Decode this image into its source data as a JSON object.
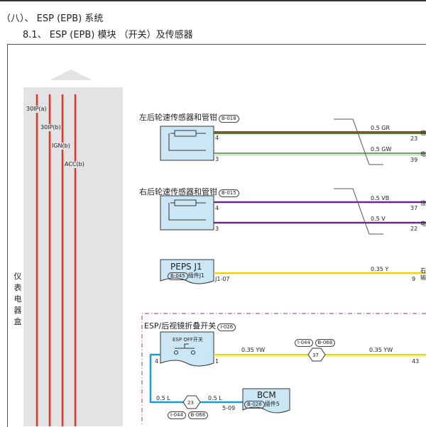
{
  "titles": {
    "section": "（八）、 ESP (EPB) 系统",
    "subsection": "8.1、 ESP (EPB) 模块 （开关）及传感器"
  },
  "panel": {
    "name_chars": [
      "仪",
      "表",
      "电",
      "器",
      "盒"
    ],
    "rails": [
      "30IP(a)",
      "30IP(b)",
      "IGN(b)",
      "ACC(b)"
    ]
  },
  "components": {
    "left_rear_sensor": {
      "title": "左后轮速传感器和管钳",
      "ref": "B-018",
      "pin_a": "4",
      "pin_b": "3"
    },
    "right_rear_sensor": {
      "title": "右后轮速传感器和管钳",
      "ref": "B-015",
      "pin_a": "4",
      "pin_b": "3"
    },
    "peps": {
      "name": "PEPS J1",
      "ref": "B-045",
      "ref_suffix": "插件J1",
      "pin": "J1-07"
    },
    "esp_switch": {
      "title": "ESP/后视镜折叠开关",
      "ref": "I-026",
      "label": "ESP OFF开关",
      "pin_a": "4",
      "pin_b": "1"
    },
    "bcm": {
      "name": "BCM",
      "ref": "B-026",
      "ref_suffix": "插件5",
      "pin": "5-09"
    }
  },
  "wires": {
    "w1": {
      "spec": "0.5 GR",
      "pin": "23",
      "end": "信"
    },
    "w2": {
      "spec": "0.5 GW",
      "pin": "39",
      "end": "电"
    },
    "w3": {
      "spec": "0.5 VB",
      "pin": "37",
      "end": "信"
    },
    "w4": {
      "spec": "0.5 V",
      "pin": "22",
      "end": "电"
    },
    "w5": {
      "spec": "0.35 Y",
      "pin": "9",
      "end": "右",
      "end2": "输"
    },
    "w6": {
      "spec_left": "0.35 YW",
      "spec_right": "0.35 YW",
      "pin": "43",
      "splice": "37",
      "refs": [
        "I-044",
        "B-068"
      ]
    },
    "w7": {
      "spec_left": "0.5 L",
      "spec_right": "0.5 L",
      "splice": "23",
      "refs": [
        "I-044",
        "B-068"
      ]
    }
  },
  "colors": {
    "rail_red": "#e8302a",
    "panel_gray": "#e3e3e3",
    "component_blue": "#cbe7f5",
    "wire_green": "#3a8a2e",
    "wire_brown": "#8a4a1e",
    "wire_purple": "#6a2a8a",
    "wire_yellow": "#f2d000",
    "wire_blue": "#1a9ad6"
  }
}
